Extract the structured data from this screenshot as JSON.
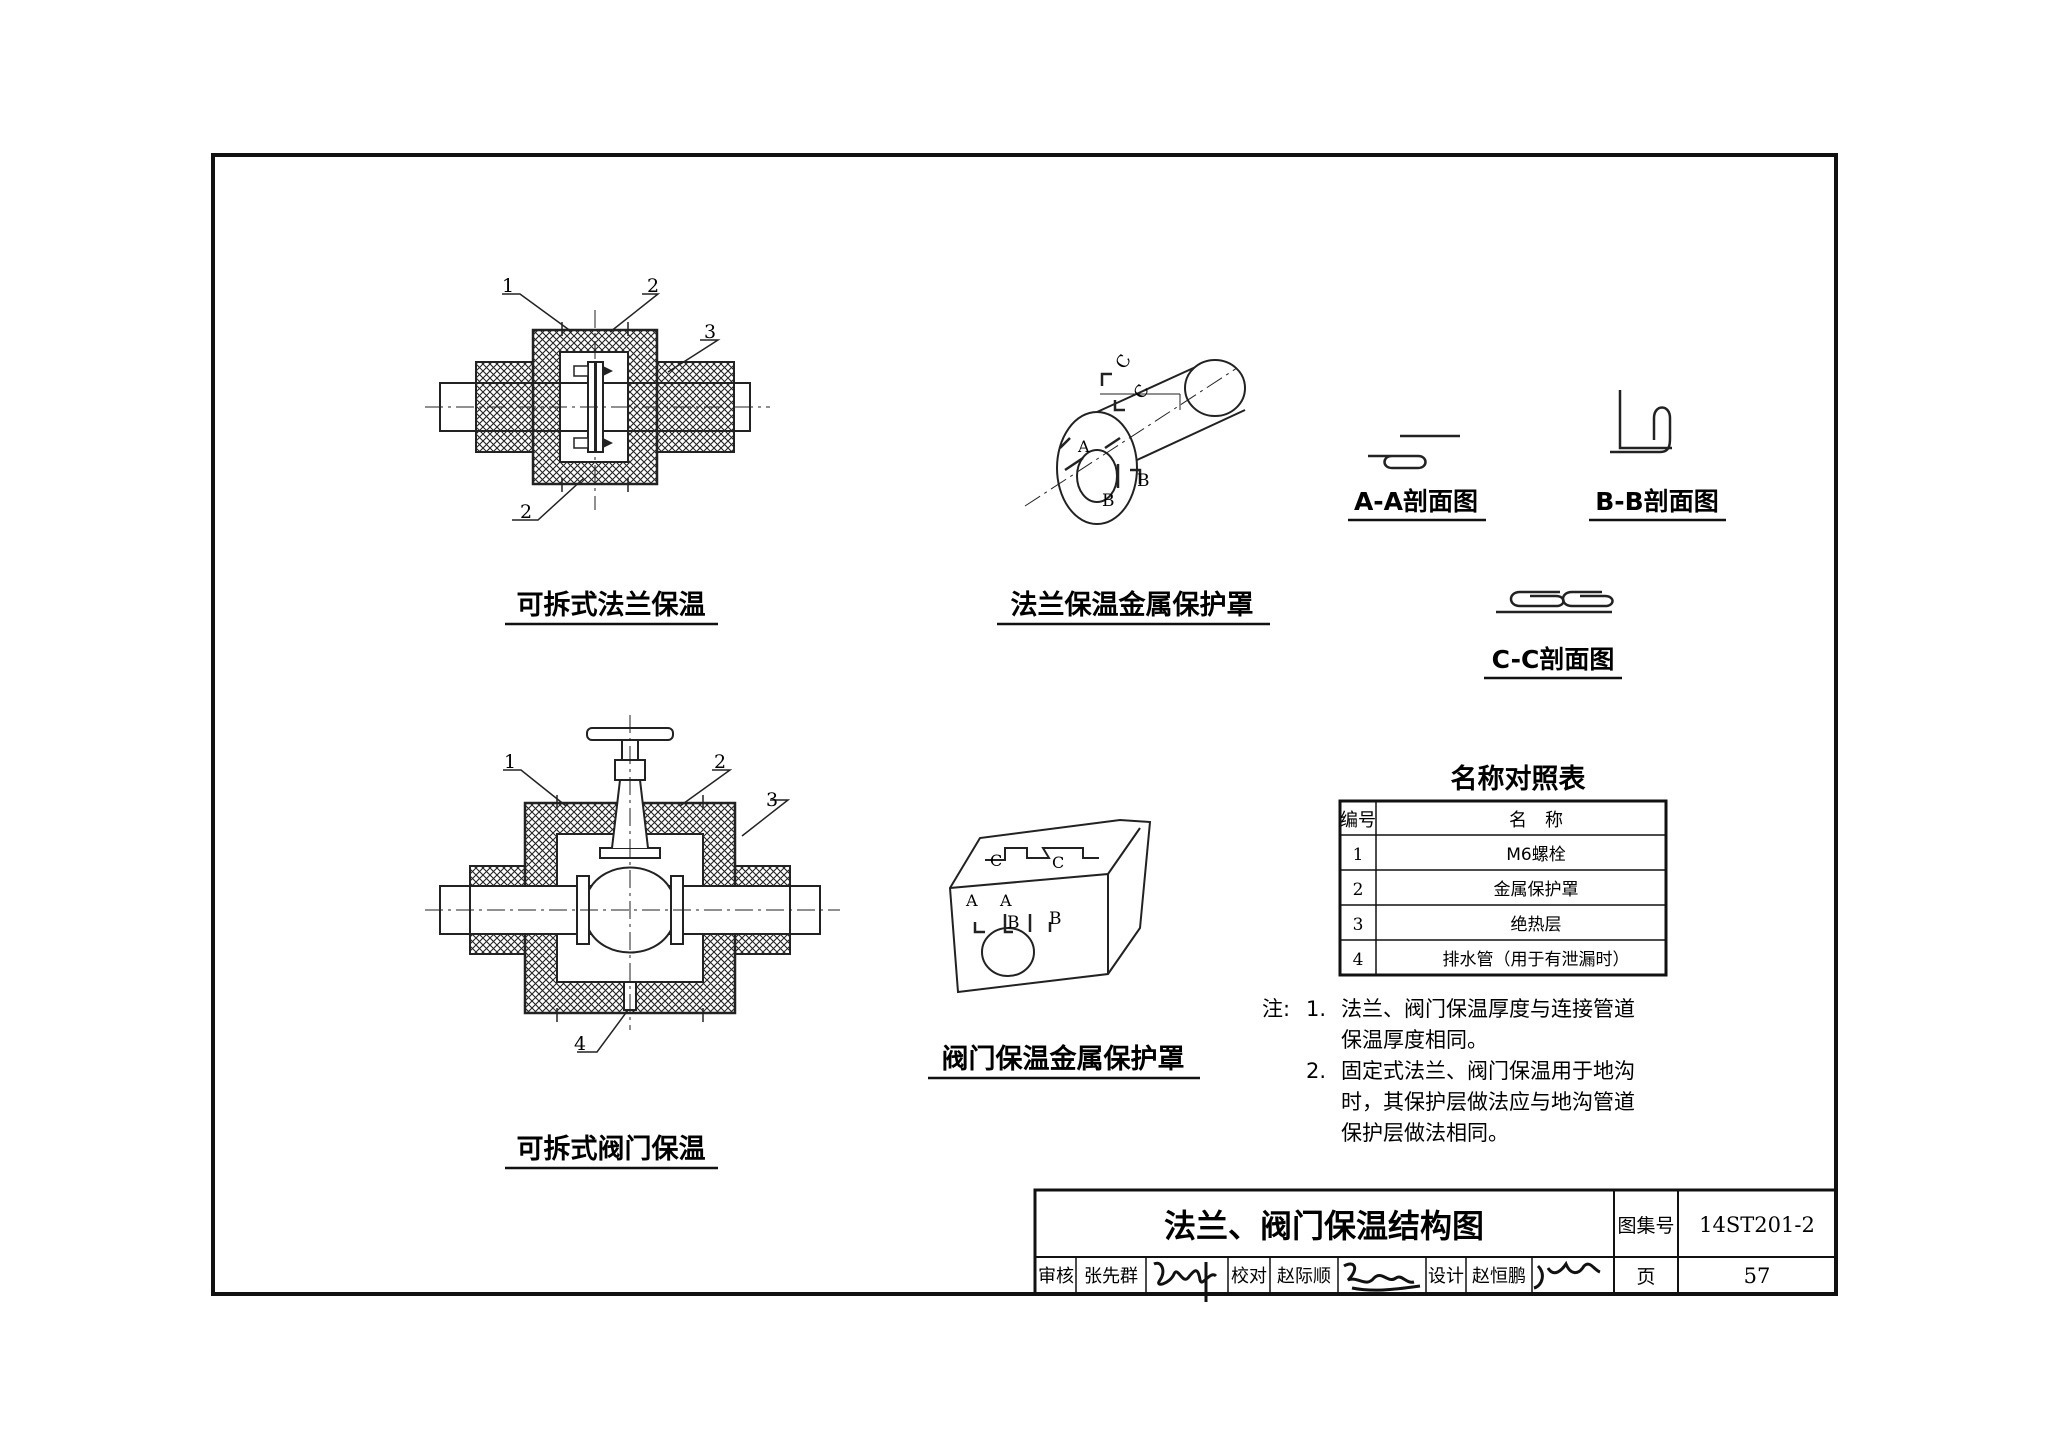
{
  "drawings": {
    "flange_removable": {
      "title": "可拆式法兰保温",
      "callouts": [
        "1",
        "2",
        "3",
        "2"
      ]
    },
    "flange_cover": {
      "title": "法兰保温金属保护罩",
      "section_marks": [
        "C",
        "C",
        "A",
        "B",
        "B"
      ]
    },
    "aa_section": {
      "title": "A-A剖面图"
    },
    "bb_section": {
      "title": "B-B剖面图"
    },
    "cc_section": {
      "title": "C-C剖面图"
    },
    "valve_removable": {
      "title": "可拆式阀门保温",
      "callouts": [
        "1",
        "2",
        "3",
        "4"
      ]
    },
    "valve_cover": {
      "title": "阀门保温金属保护罩",
      "section_marks": [
        "C",
        "C",
        "A",
        "A",
        "B",
        "B"
      ]
    }
  },
  "name_table": {
    "title": "名称对照表",
    "headers": [
      "编号",
      "名　称"
    ],
    "rows": [
      [
        "1",
        "M6螺栓"
      ],
      [
        "2",
        "金属保护罩"
      ],
      [
        "3",
        "绝热层"
      ],
      [
        "4",
        "排水管（用于有泄漏时）"
      ]
    ]
  },
  "notes": {
    "label": "注:",
    "items": [
      {
        "num": "1.",
        "lines": [
          "法兰、阀门保温厚度与连接管道",
          "保温厚度相同。"
        ]
      },
      {
        "num": "2.",
        "lines": [
          "固定式法兰、阀门保温用于地沟",
          "时，其保护层做法应与地沟管道",
          "保护层做法相同。"
        ]
      }
    ]
  },
  "title_block": {
    "drawing_title": "法兰、阀门保温结构图",
    "atlas_label": "图集号",
    "atlas_number": "14ST201-2",
    "page_label": "页",
    "page_number": "57",
    "review_label": "审核",
    "reviewer": "张先群",
    "check_label": "校对",
    "checker": "赵际顺",
    "design_label": "设计",
    "designer": "赵恒鹏"
  }
}
